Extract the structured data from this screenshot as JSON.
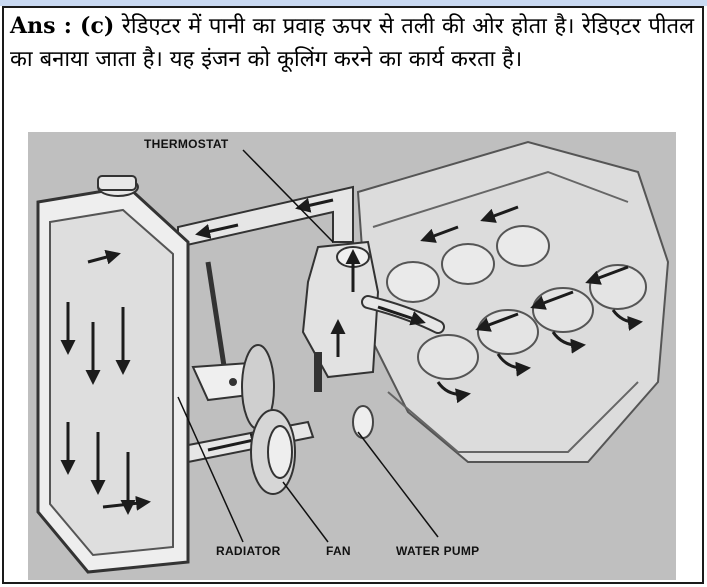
{
  "answer": {
    "label": "Ans : (c)",
    "text": "रेडिएटर में पानी का प्रवाह ऊपर से तली की ओर होता है। रेडिएटर पीतल का बनाया जाता है। यह इंजन को कूलिंग करने का कार्य करता है।"
  },
  "figure": {
    "labels": {
      "thermostat": "THERMOSTAT",
      "radiator": "RADIATOR",
      "fan": "FAN",
      "water_pump": "WATER PUMP"
    }
  }
}
